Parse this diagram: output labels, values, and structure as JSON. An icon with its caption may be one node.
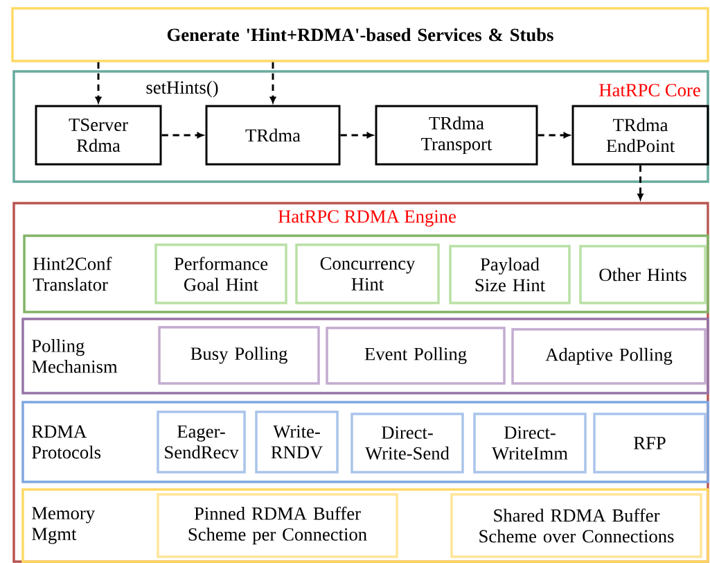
{
  "diagram": {
    "nodes": [
      {
        "text": [
          "Generate 'Hint+RDMA'-based Services & Stubs"
        ]
      },
      {
        "text": [
          "HatRPC Core"
        ]
      },
      {
        "text": [
          "TServer Rdma"
        ],
        "in": 1
      },
      {
        "text": [
          "TRdma"
        ],
        "in": 1
      },
      {
        "text": [
          "TRdma Transport"
        ],
        "in": 1
      },
      {
        "text": [
          "TRdma EndPoint"
        ],
        "in": 1
      },
      {
        "text": [
          "HatRPC RDMA Engine"
        ]
      },
      {
        "text": [
          "Hint2Conf Translator"
        ],
        "in": 6
      },
      {
        "text": [
          "Performance Goal Hint"
        ],
        "in": 7
      },
      {
        "text": [
          "Concurrency Hint"
        ],
        "in": 7
      },
      {
        "text": [
          "Payload Size Hint"
        ],
        "in": 7
      },
      {
        "text": [
          "Other Hints"
        ],
        "in": 7
      },
      {
        "text": [
          "Polling Mechanism"
        ],
        "in": 6
      },
      {
        "text": [
          "Busy Polling"
        ],
        "in": 12
      },
      {
        "text": [
          "Event Polling"
        ],
        "in": 12
      },
      {
        "text": [
          "Adaptive Polling"
        ],
        "in": 12
      },
      {
        "text": [
          "RDMA Protocols"
        ],
        "in": 6
      },
      {
        "text": [
          "Eager-SendRecv"
        ],
        "in": 16
      },
      {
        "text": [
          "Write-RNDV"
        ],
        "in": 16
      },
      {
        "text": [
          "Direct-Write-Send"
        ],
        "in": 16
      },
      {
        "text": [
          "Direct-WriteImm"
        ],
        "in": 16
      },
      {
        "text": [
          "RFP"
        ],
        "in": 16
      },
      {
        "text": [
          "Memory Mgmt"
        ],
        "in": 6
      },
      {
        "text": [
          "Pinned RDMA Buffer Scheme per Connection"
        ],
        "in": 22
      },
      {
        "text": [
          "Shared RDMA Buffer Scheme over Connections"
        ],
        "in": 22
      }
    ],
    "edges": [
      {
        "from": 0,
        "to": 2,
        "arrow": "to",
        "style": "dashed"
      },
      {
        "from": 0,
        "to": 3,
        "arrow": "to",
        "style": "dashed",
        "label": "setHints()"
      },
      {
        "from": 2,
        "to": 3,
        "arrow": "to",
        "style": "dashed"
      },
      {
        "from": 3,
        "to": 4,
        "arrow": "to",
        "style": "dashed"
      },
      {
        "from": 4,
        "to": 5,
        "arrow": "to",
        "style": "dashed"
      },
      {
        "from": 5,
        "to": 6,
        "arrow": "to",
        "style": "dashed"
      }
    ]
  }
}
